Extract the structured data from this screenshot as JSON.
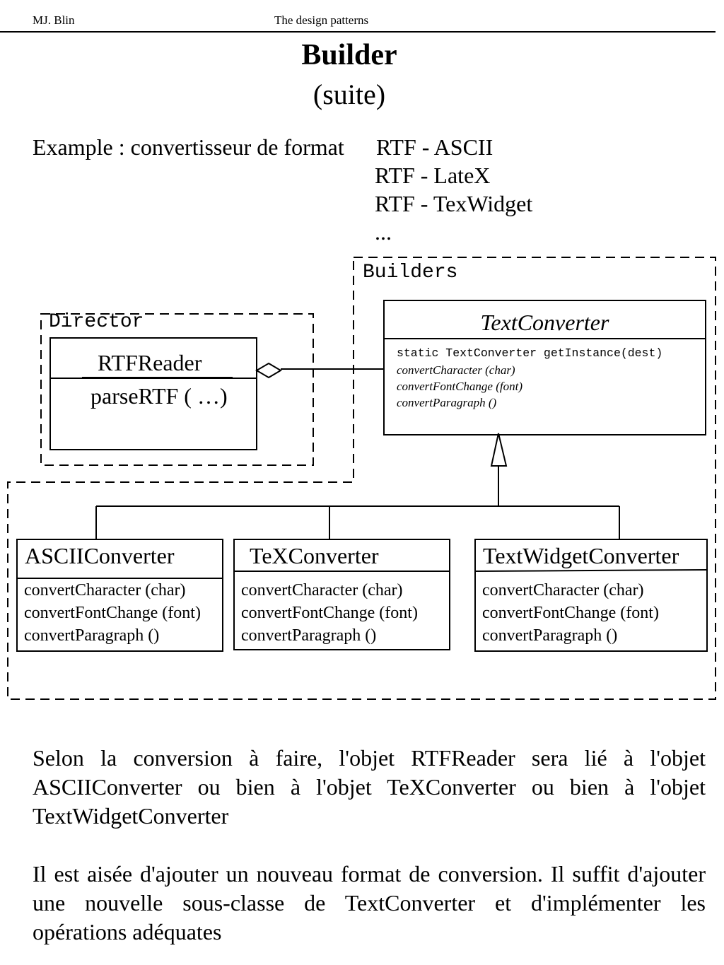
{
  "header": {
    "author": "MJ. Blin",
    "course": "The design patterns"
  },
  "title": "Builder",
  "subtitle": "(suite)",
  "example": {
    "label": "Example : convertisseur de format",
    "formats": [
      "RTF - ASCII",
      "RTF - LateX",
      "RTF - TexWidget",
      "..."
    ]
  },
  "diagram": {
    "builders_label": "Builders",
    "director_label": "Director",
    "director_class": {
      "name": "RTFReader",
      "operation": "parseRTF ( …)"
    },
    "abstract_class": {
      "name": "TextConverter",
      "static_operation": "static TextConverter getInstance(dest)",
      "operations": [
        "convertCharacter (char)",
        "convertFontChange (font)",
        "convertParagraph ()"
      ]
    },
    "concrete_classes": [
      {
        "name": "ASCIIConverter",
        "operations": [
          "convertCharacter (char)",
          "convertFontChange (font)",
          "convertParagraph ()"
        ]
      },
      {
        "name": "TeXConverter",
        "operations": [
          "convertCharacter (char)",
          "convertFontChange (font)",
          "convertParagraph ()"
        ]
      },
      {
        "name": "TextWidgetConverter",
        "operations": [
          "convertCharacter (char)",
          "convertFontChange (font)",
          "convertParagraph ()"
        ]
      }
    ]
  },
  "paragraphs": [
    "Selon la conversion à faire, l'objet RTFReader sera lié à l'objet ASCIIConverter ou bien à l'objet TeXConverter ou bien à l'objet TextWidgetConverter",
    "Il est aisée d'ajouter un nouveau format de conversion. Il suffit d'ajouter une nouvelle sous-classe de TextConverter et d'implémenter les opérations adéquates"
  ]
}
